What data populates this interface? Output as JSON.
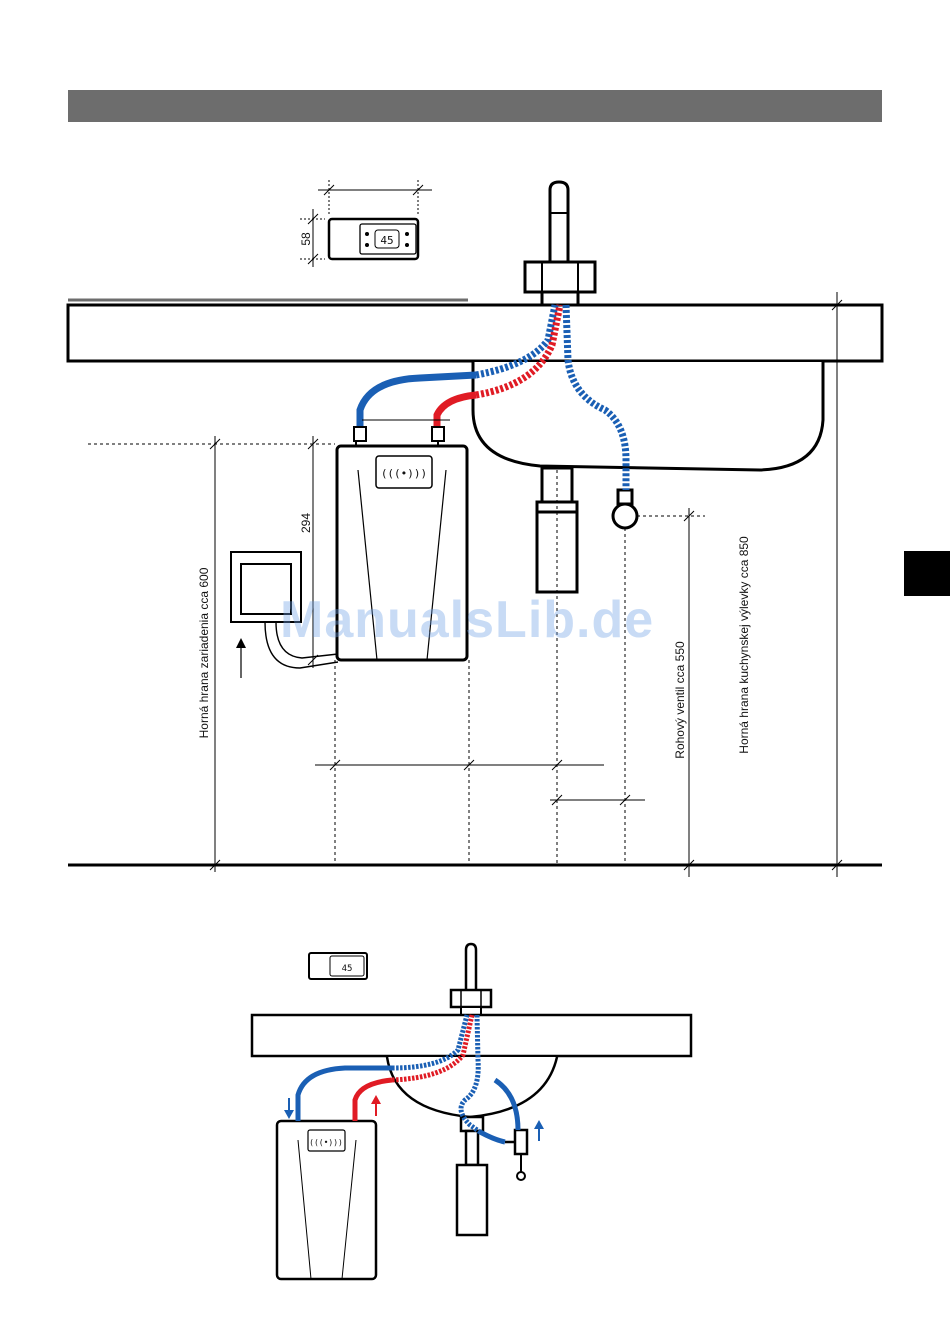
{
  "dimensions": {
    "remote_height": "58",
    "heater_height": "294"
  },
  "labels": {
    "device_top_edge": "Horná hrana zariadenia cca 600",
    "angle_valve": "Rohový ventil cca 550",
    "sink_top_edge": "Horná hrana kuchynskej výlevky cca 850"
  },
  "displays": {
    "remote_temp": "45",
    "small_remote_temp": "45",
    "heater_symbol": "(((•)))",
    "small_heater_symbol": "(((•)))"
  },
  "watermark": "ManualsLib.de",
  "colors": {
    "cold": "#1a5fb4",
    "hot": "#e01b24",
    "header": "#6d6d6d"
  }
}
